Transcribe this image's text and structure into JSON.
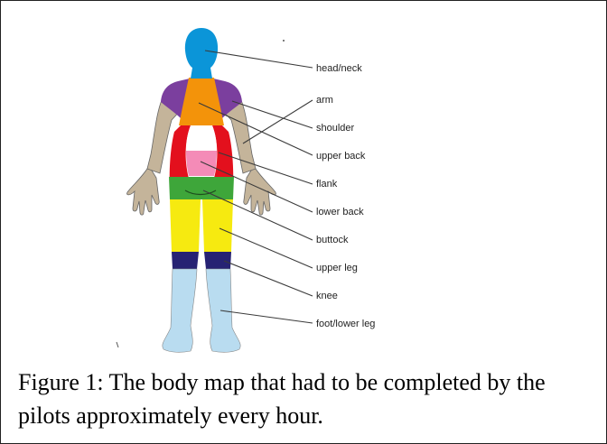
{
  "regions": [
    {
      "key": "head",
      "label": "head/neck",
      "color": "#0b95d8"
    },
    {
      "key": "arm",
      "label": "arm",
      "color": "#c4b49a"
    },
    {
      "key": "shoulder",
      "label": "shoulder",
      "color": "#7b3f9e"
    },
    {
      "key": "upperback",
      "label": "upper back",
      "color": "#f3930a"
    },
    {
      "key": "flank",
      "label": "flank",
      "color": "#e3101d"
    },
    {
      "key": "lowerback",
      "label": "lower back",
      "color": "#f48bb7"
    },
    {
      "key": "buttock",
      "label": "buttock",
      "color": "#3ea63a"
    },
    {
      "key": "upperleg",
      "label": "upper leg",
      "color": "#f6ea10"
    },
    {
      "key": "knee",
      "label": "knee",
      "color": "#262273"
    },
    {
      "key": "footlowerleg",
      "label": "foot/lower leg",
      "color": "#b9dcf0"
    }
  ],
  "caption": "Figure 1: The body map that had to be completed by the pilots approximately every hour."
}
